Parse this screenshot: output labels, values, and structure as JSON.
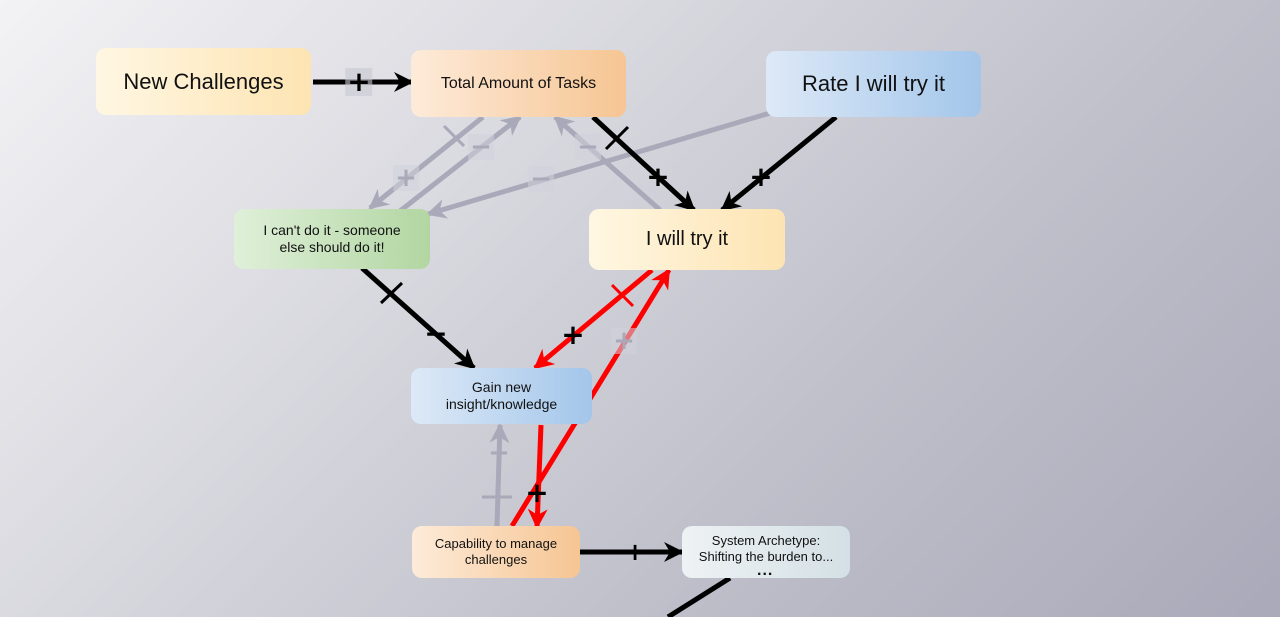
{
  "nodes": {
    "new_challenges": "New Challenges",
    "total_tasks": "Total Amount of Tasks",
    "rate_try": "Rate I will try it",
    "cant_do": "I can't do it - someone else should do it!",
    "will_try": "I will try it",
    "gain_insight": "Gain new insight/knowledge",
    "capability": "Capability to manage challenges",
    "archetype": "System Archetype: Shifting the burden to..."
  },
  "ellipsis": "...",
  "links": [
    {
      "from": "New Challenges",
      "to": "Total Amount of Tasks",
      "polarity": "+",
      "style": "solid"
    },
    {
      "from": "Total Amount of Tasks",
      "to": "I will try it",
      "polarity": "+",
      "style": "solid",
      "delay": true
    },
    {
      "from": "Rate I will try it",
      "to": "I will try it",
      "polarity": "+",
      "style": "solid"
    },
    {
      "from": "Rate I will try it",
      "to": "I can't do it - someone else should do it!",
      "polarity": "−",
      "style": "faded"
    },
    {
      "from": "Total Amount of Tasks",
      "to": "I can't do it - someone else should do it!",
      "polarity": "+",
      "style": "faded",
      "delay": true
    },
    {
      "from": "I can't do it - someone else should do it!",
      "to": "Total Amount of Tasks",
      "polarity": "−",
      "style": "faded"
    },
    {
      "from": "I will try it",
      "to": "Total Amount of Tasks",
      "polarity": "−",
      "style": "faded"
    },
    {
      "from": "I can't do it - someone else should do it!",
      "to": "Gain new insight/knowledge",
      "polarity": "−",
      "style": "solid",
      "delay": true
    },
    {
      "from": "I will try it",
      "to": "Gain new insight/knowledge",
      "polarity": "+",
      "style": "highlight",
      "delay": true
    },
    {
      "from": "Gain new insight/knowledge",
      "to": "Capability to manage challenges",
      "polarity": "+",
      "style": "highlight"
    },
    {
      "from": "Capability to manage challenges",
      "to": "I will try it",
      "polarity": "+",
      "style": "highlight"
    },
    {
      "from": "Capability to manage challenges",
      "to": "Gain new insight/knowledge",
      "polarity": "+",
      "style": "faded"
    },
    {
      "from": "Capability to manage challenges",
      "to": "System Archetype: Shifting the burden to...",
      "polarity": "+",
      "style": "solid"
    }
  ],
  "colors": {
    "solid": "#000000",
    "highlight": "#ff0000",
    "faded": "#a9a9b9"
  }
}
